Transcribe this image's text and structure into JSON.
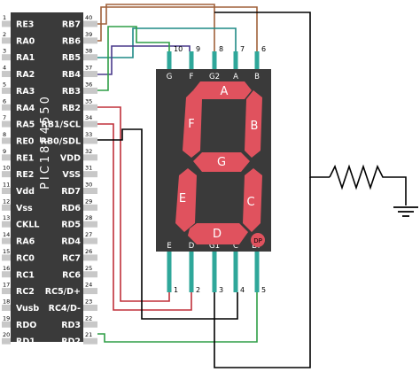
{
  "chip": {
    "name": "PIC18F4550",
    "left_pins": [
      {
        "num": "1",
        "label": "RE3"
      },
      {
        "num": "2",
        "label": "RA0"
      },
      {
        "num": "3",
        "label": "RA1"
      },
      {
        "num": "4",
        "label": "RA2"
      },
      {
        "num": "5",
        "label": "RA3"
      },
      {
        "num": "6",
        "label": "RA4"
      },
      {
        "num": "7",
        "label": "RA5"
      },
      {
        "num": "8",
        "label": "RE0"
      },
      {
        "num": "9",
        "label": "RE1"
      },
      {
        "num": "10",
        "label": "RE2"
      },
      {
        "num": "11",
        "label": "Vdd"
      },
      {
        "num": "12",
        "label": "Vss"
      },
      {
        "num": "13",
        "label": "CKLL"
      },
      {
        "num": "14",
        "label": "RA6"
      },
      {
        "num": "15",
        "label": "RC0"
      },
      {
        "num": "16",
        "label": "RC1"
      },
      {
        "num": "17",
        "label": "RC2"
      },
      {
        "num": "18",
        "label": "Vusb"
      },
      {
        "num": "19",
        "label": "RDO"
      },
      {
        "num": "20",
        "label": "RD1"
      }
    ],
    "right_pins": [
      {
        "num": "40",
        "label": "RB7"
      },
      {
        "num": "39",
        "label": "RB6"
      },
      {
        "num": "38",
        "label": "RB5"
      },
      {
        "num": "37",
        "label": "RB4"
      },
      {
        "num": "36",
        "label": "RB3"
      },
      {
        "num": "35",
        "label": "RB2"
      },
      {
        "num": "34",
        "label": "RB1/SCL"
      },
      {
        "num": "33",
        "label": "RB0/SDL"
      },
      {
        "num": "32",
        "label": "VDD"
      },
      {
        "num": "31",
        "label": "VSS"
      },
      {
        "num": "30",
        "label": "RD7"
      },
      {
        "num": "29",
        "label": "RD6"
      },
      {
        "num": "28",
        "label": "RD5"
      },
      {
        "num": "27",
        "label": "RD4"
      },
      {
        "num": "26",
        "label": "RC7"
      },
      {
        "num": "25",
        "label": "RC6"
      },
      {
        "num": "24",
        "label": "RC5/D+"
      },
      {
        "num": "23",
        "label": "RC4/D-"
      },
      {
        "num": "22",
        "label": "RD3"
      },
      {
        "num": "21",
        "label": "RD2"
      }
    ]
  },
  "display": {
    "top_pins": [
      {
        "label": "G",
        "num": "10"
      },
      {
        "label": "F",
        "num": "9"
      },
      {
        "label": "G2",
        "num": "8"
      },
      {
        "label": "A",
        "num": "7"
      },
      {
        "label": "B",
        "num": "6"
      }
    ],
    "bottom_pins": [
      {
        "label": "E",
        "num": "1"
      },
      {
        "label": "D",
        "num": "2"
      },
      {
        "label": "G1",
        "num": "3"
      },
      {
        "label": "C",
        "num": "4"
      },
      {
        "label": "DP",
        "num": "5"
      }
    ],
    "segments": {
      "a": "A",
      "b": "B",
      "c": "C",
      "d": "D",
      "e": "E",
      "f": "F",
      "g": "G",
      "dp": "DP"
    }
  },
  "colors": {
    "chip_body": "#3a3a3a",
    "display_body": "#3a3a3a",
    "segment": "#e0525e",
    "pin_silver": "#c8c8c8",
    "pin_teal": "#2fa79a",
    "wire_green": "#2e9e46",
    "wire_purple": "#4a3a8c",
    "wire_teal": "#1f8a86",
    "wire_red": "#c0303a",
    "wire_brown": "#a0603a",
    "wire_black": "#000000"
  }
}
